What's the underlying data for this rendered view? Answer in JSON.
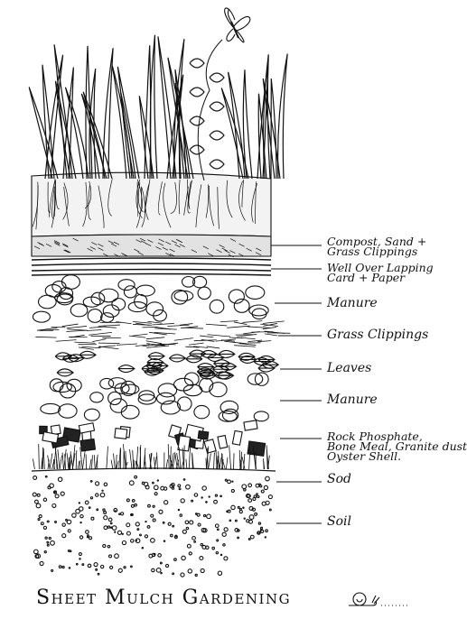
{
  "title": "Sheet Mulch Gardening",
  "labels": {
    "compost_1": "Compost, Sand +",
    "compost_2": "Grass Clippings",
    "cardboard_1": "Well Over Lapping",
    "cardboard_2": "Card + Paper",
    "manure_top": "Manure",
    "grass": "Grass Clippings",
    "leaves": "Leaves",
    "manure_bottom": "Manure",
    "rock_1": "Rock Phosphate,",
    "rock_2": "Bone Meal, Granite dust",
    "rock_3": "Oyster Shell.",
    "sod": "Sod",
    "soil": "Soil"
  },
  "icons": [
    "butterfly-icon",
    "snail-icon"
  ],
  "colors": {
    "ink": "#111111",
    "paper": "#ffffff"
  }
}
